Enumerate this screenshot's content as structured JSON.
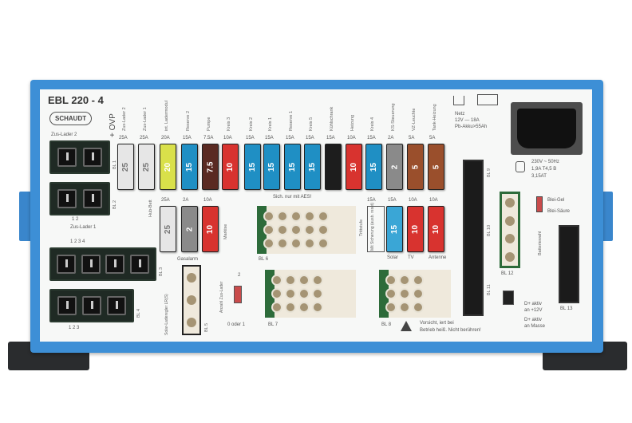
{
  "panel": {
    "model": "EBL 220 - 4",
    "brand": "SCHAUDT",
    "ovp": "+ OVP",
    "frame_color": "#3d8fd6"
  },
  "top_fuses": [
    {
      "label": "Zus-Lader 2",
      "rating": "25A",
      "value": "25",
      "color": "#e6e6e6"
    },
    {
      "label": "Zus-Lader 1",
      "rating": "25A",
      "value": "25",
      "color": "#e6e6e6"
    },
    {
      "label": "int. Ladermodul",
      "rating": "20A",
      "value": "20",
      "color": "#d9e04a"
    },
    {
      "label": "Reserve 2",
      "rating": "15A",
      "value": "15",
      "color": "#1f8fc4"
    },
    {
      "label": "Pumpe",
      "rating": "7.5A",
      "value": "7.5",
      "color": "#5a2a22"
    },
    {
      "label": "Kreis 3",
      "rating": "10A",
      "value": "10",
      "color": "#d8332f"
    },
    {
      "label": "Kreis 2",
      "rating": "15A",
      "value": "15",
      "color": "#1f8fc4"
    },
    {
      "label": "Kreis 1",
      "rating": "15A",
      "value": "15",
      "color": "#1f8fc4"
    },
    {
      "label": "Reserve 1",
      "rating": "15A",
      "value": "15",
      "color": "#1f8fc4"
    },
    {
      "label": "Kreis 5",
      "rating": "15A",
      "value": "15",
      "color": "#1f8fc4"
    },
    {
      "label": "Kühlschrank",
      "rating": "15A",
      "value": "",
      "color": "#1d1d1d"
    },
    {
      "label": "Heizung",
      "rating": "10A",
      "value": "10",
      "color": "#d8332f"
    },
    {
      "label": "Kreis 4",
      "rating": "15A",
      "value": "15",
      "color": "#1f8fc4"
    },
    {
      "label": "KS-Steuerung",
      "rating": "2A",
      "value": "2",
      "color": "#8a8a8a"
    },
    {
      "label": "VZ-Leuchte",
      "rating": "5A",
      "value": "5",
      "color": "#9a4f2c"
    },
    {
      "label": "Tank-Heizung",
      "rating": "5A",
      "value": "5",
      "color": "#9a4f2c"
    }
  ],
  "left_fuses": [
    {
      "rating": "25A",
      "value": "25",
      "color": "#e6e6e6"
    },
    {
      "rating": "2A",
      "value": "2",
      "color": "#8a8a8a"
    },
    {
      "rating": "10A",
      "value": "10",
      "color": "#d8332f"
    }
  ],
  "right_fuses": [
    {
      "rating": "15A",
      "value": "15",
      "color": "#3aa6d6",
      "label": "Solar"
    },
    {
      "rating": "10A",
      "value": "10",
      "color": "#d8332f",
      "label": "TV"
    },
    {
      "rating": "10A",
      "value": "10",
      "color": "#d8332f",
      "label": "Antenne"
    }
  ],
  "right_ratings_extra": "15A",
  "texts": {
    "hubbett": "Hub-Bett",
    "markise": "Markise",
    "gasalarm": "Gasalarm",
    "aes": "Sich. nur mit AES!",
    "triftstufe": "Trittstufe",
    "mit_sicherung": "Mit Sicherung (ausb. reset)",
    "zus_lader_2": "Zus-Lader 2",
    "zus_lader_1": "Zus-Lader 1",
    "pins_2": "1      2",
    "pins_4": "1         2         3         4",
    "pins_3": "1         2         3",
    "bl1": "BL 1",
    "bl2": "BL 2",
    "bl3": "BL 3",
    "bl4": "BL 4",
    "bl5": "BL 5",
    "bl6": "BL 6",
    "bl7": "BL 7",
    "bl8": "BL 8",
    "bl9": "BL 9",
    "bl10": "BL 10",
    "bl11": "BL 11",
    "bl12": "BL 12",
    "bl13": "BL 13",
    "solar_lr": "Solar-Laderegler LR(S)",
    "anzahl": "Anzahl Zus-Lader",
    "zwei": "2",
    "null_oder_1": "0 oder 1",
    "netz": "Netz",
    "netz_v": "12V — 18A",
    "akku": "Pb-Akku>55Ah",
    "mains_1": "230V ~ 50Hz",
    "mains_2": "1,9A     T4,5 B",
    "mains_3": "3,15AT",
    "bleigel": "Blei-Gel",
    "bleisaeure": "Blei-Säure",
    "batteriewahl": "Batteriewahl",
    "dplus_1": "D+ aktiv",
    "dplus_2": "an +12V",
    "dplus_3": "D+ aktiv",
    "dplus_4": "an Masse",
    "warn_1": "Vorsicht,                         iert bei",
    "warn_2": "Betrieb heiß. Nicht berühren!"
  }
}
